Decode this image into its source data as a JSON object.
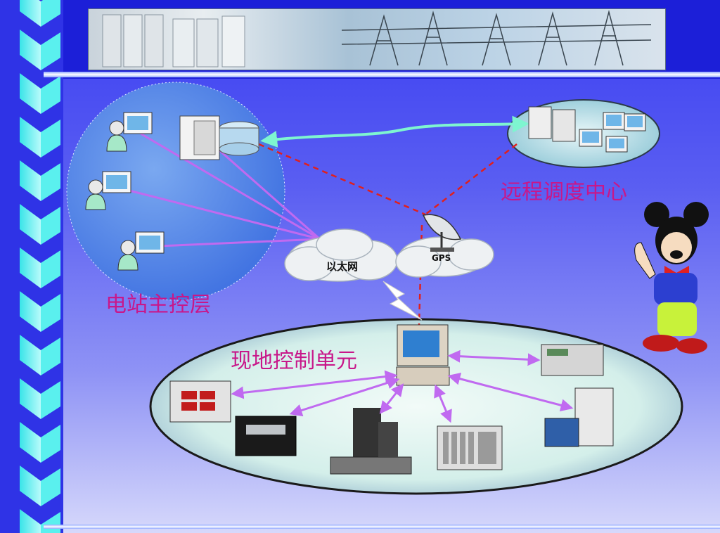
{
  "labels": {
    "station_layer": "电站主控层",
    "remote_center": "远程调度中心",
    "field_unit": "现地控制单元",
    "ethernet": "以太网",
    "gps": "GPS"
  },
  "colors": {
    "label": "#c8178a",
    "link_purple": "#c06af0",
    "link_red_dashed": "#e0201e",
    "link_cyan": "#7ef5d0"
  }
}
